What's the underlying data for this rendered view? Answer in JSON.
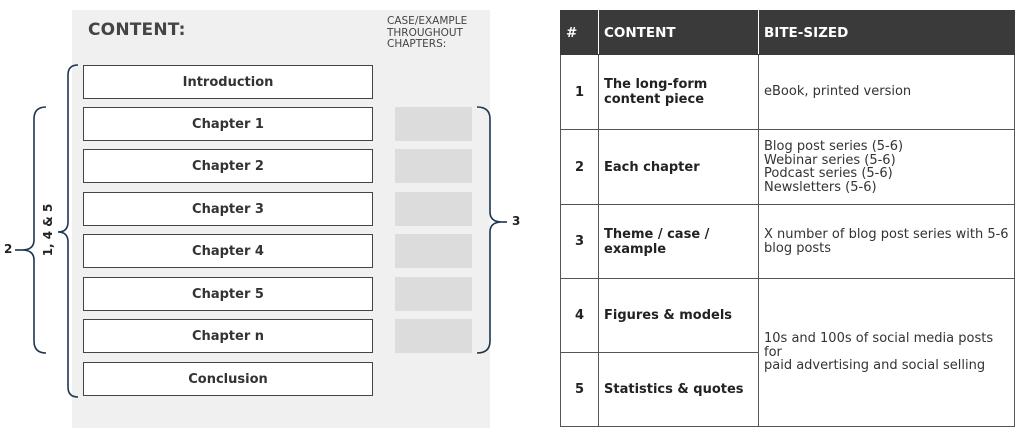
{
  "diagram": {
    "content_title": "CONTENT:",
    "case_title": [
      "CASE/EXAMPLE",
      "THROUGHOUT",
      "CHAPTERS:"
    ],
    "boxes": [
      "Introduction",
      "Chapter 1",
      "Chapter 2",
      "Chapter 3",
      "Chapter 4",
      "Chapter 5",
      "Chapter n",
      "Conclusion"
    ],
    "brace_labels": {
      "outer": "2",
      "inner": "1, 4 & 5",
      "right": "3"
    }
  },
  "table": {
    "headers": [
      "#",
      "CONTENT",
      "BITE-SIZED"
    ],
    "rows": [
      {
        "num": "1",
        "content": [
          "The long-form",
          "content piece"
        ],
        "bite": [
          "eBook, printed version"
        ]
      },
      {
        "num": "2",
        "content": [
          "Each chapter"
        ],
        "bite": [
          "Blog post series (5-6)",
          "Webinar series (5-6)",
          "Podcast series (5-6)",
          "Newsletters (5-6)"
        ]
      },
      {
        "num": "3",
        "content": [
          "Theme / case /",
          "example"
        ],
        "bite": [
          "X number of blog post series with 5-6",
          "blog posts"
        ]
      },
      {
        "num": "4",
        "content": [
          "Figures & models"
        ]
      },
      {
        "num": "5",
        "content": [
          "Statistics & quotes"
        ]
      }
    ],
    "merged_bite": [
      "10s and 100s of social media posts for",
      "paid advertising and social selling"
    ]
  }
}
